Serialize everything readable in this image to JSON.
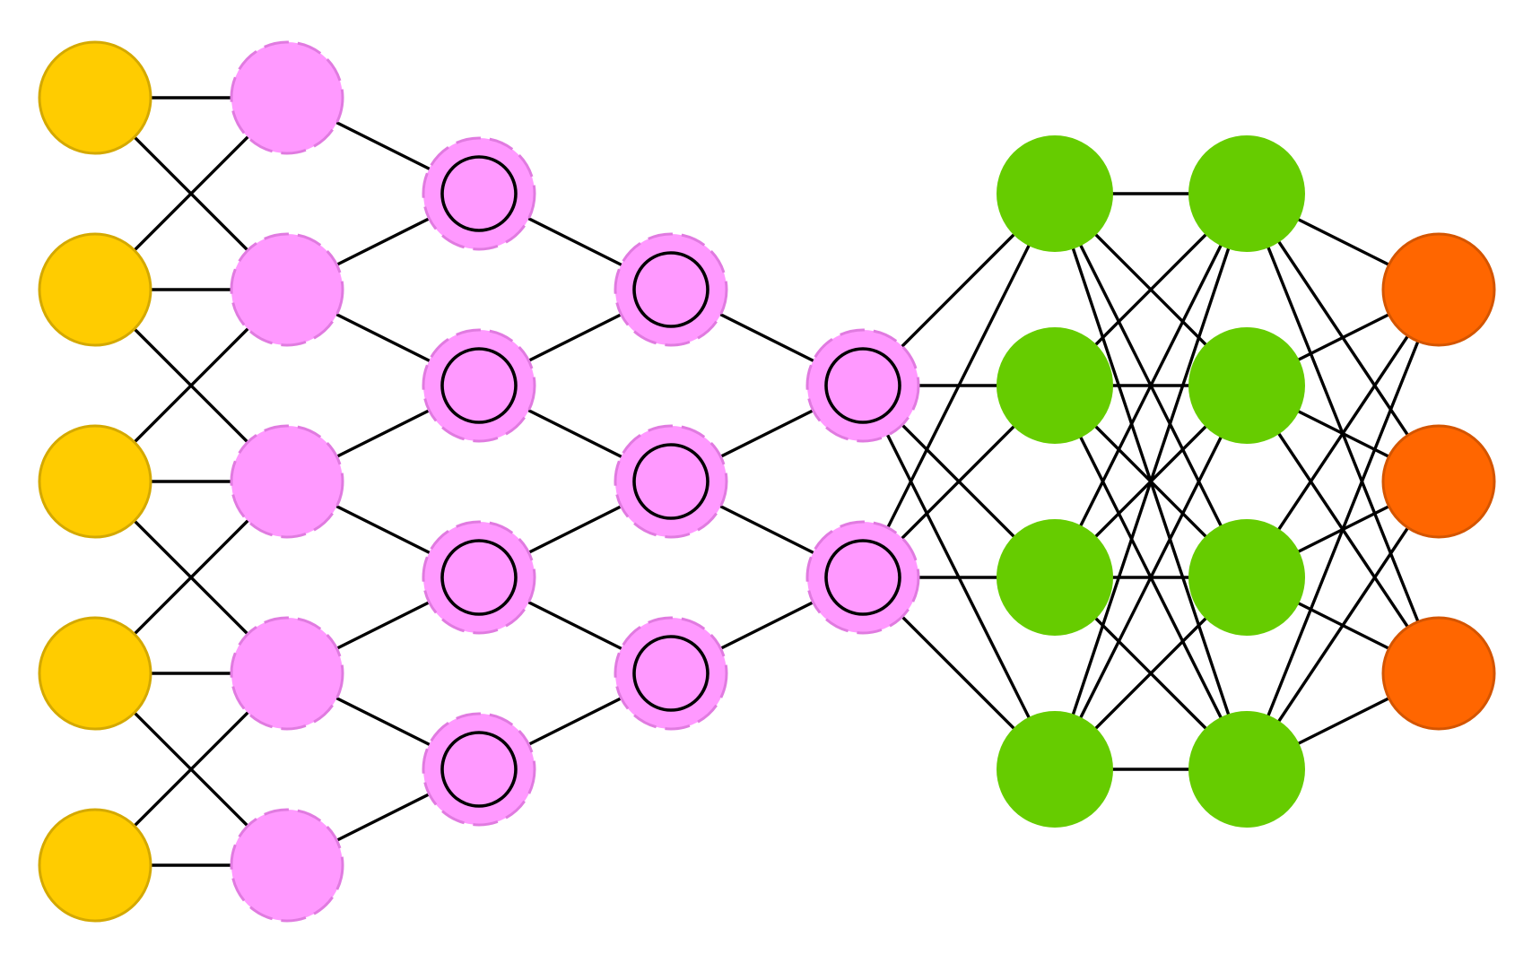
{
  "diagram": {
    "type": "neural-network",
    "colors": {
      "input": "#FFCC00",
      "input_stroke": "#D4A900",
      "kernel": "#FF99FF",
      "kernel_stroke": "#E07BE0",
      "hidden": "#66CC00",
      "output": "#FF6600",
      "output_stroke": "#D45500",
      "edge": "#000000"
    },
    "layers": [
      {
        "id": "input",
        "kind": "input-cell",
        "count": 5
      },
      {
        "id": "kernel-1",
        "kind": "kernel",
        "count": 5
      },
      {
        "id": "conv-1",
        "kind": "convolution-cell",
        "count": 4
      },
      {
        "id": "conv-2",
        "kind": "convolution-cell",
        "count": 3
      },
      {
        "id": "conv-3",
        "kind": "convolution-cell",
        "count": 2
      },
      {
        "id": "hidden-1",
        "kind": "hidden-cell",
        "count": 4
      },
      {
        "id": "hidden-2",
        "kind": "hidden-cell",
        "count": 4
      },
      {
        "id": "output",
        "kind": "output-cell",
        "count": 3
      }
    ]
  }
}
